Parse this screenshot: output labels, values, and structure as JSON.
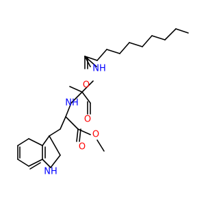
{
  "atom_labels": {
    "o_amide1": "O",
    "n_amide1": "NH",
    "n_amide2": "NH",
    "o_amide2": "O",
    "o_ester_carbonyl": "O",
    "o_ester_ether": "O",
    "n_indole": "NH"
  },
  "colors": {
    "carbon": "#000000",
    "oxygen": "#ff0000",
    "nitrogen": "#0000ff",
    "background": "#ffffff"
  }
}
